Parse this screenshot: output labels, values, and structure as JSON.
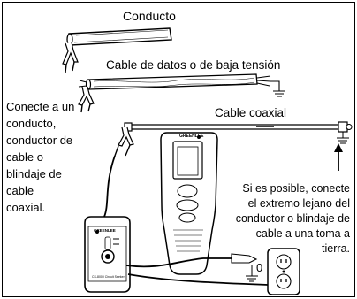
{
  "labels": {
    "conduit": "Conducto",
    "data_cable": "Cable de datos o de baja tensión",
    "coax": "Cable coaxial",
    "left_note": [
      "Conecte a un",
      "conducto,",
      "conductor de",
      "cable o",
      "blindaje de",
      "cable",
      "coaxial."
    ],
    "right_note": [
      "Si es posible, conecte",
      "el extremo lejano del",
      "conductor o blindaje de",
      "cable a una toma a",
      "tierra."
    ],
    "ground_zero": "0",
    "brand_tester": "GREENLEE",
    "brand_tracer": "GREENLEE",
    "device_model": "CS-8000 Circuit Seeker"
  }
}
